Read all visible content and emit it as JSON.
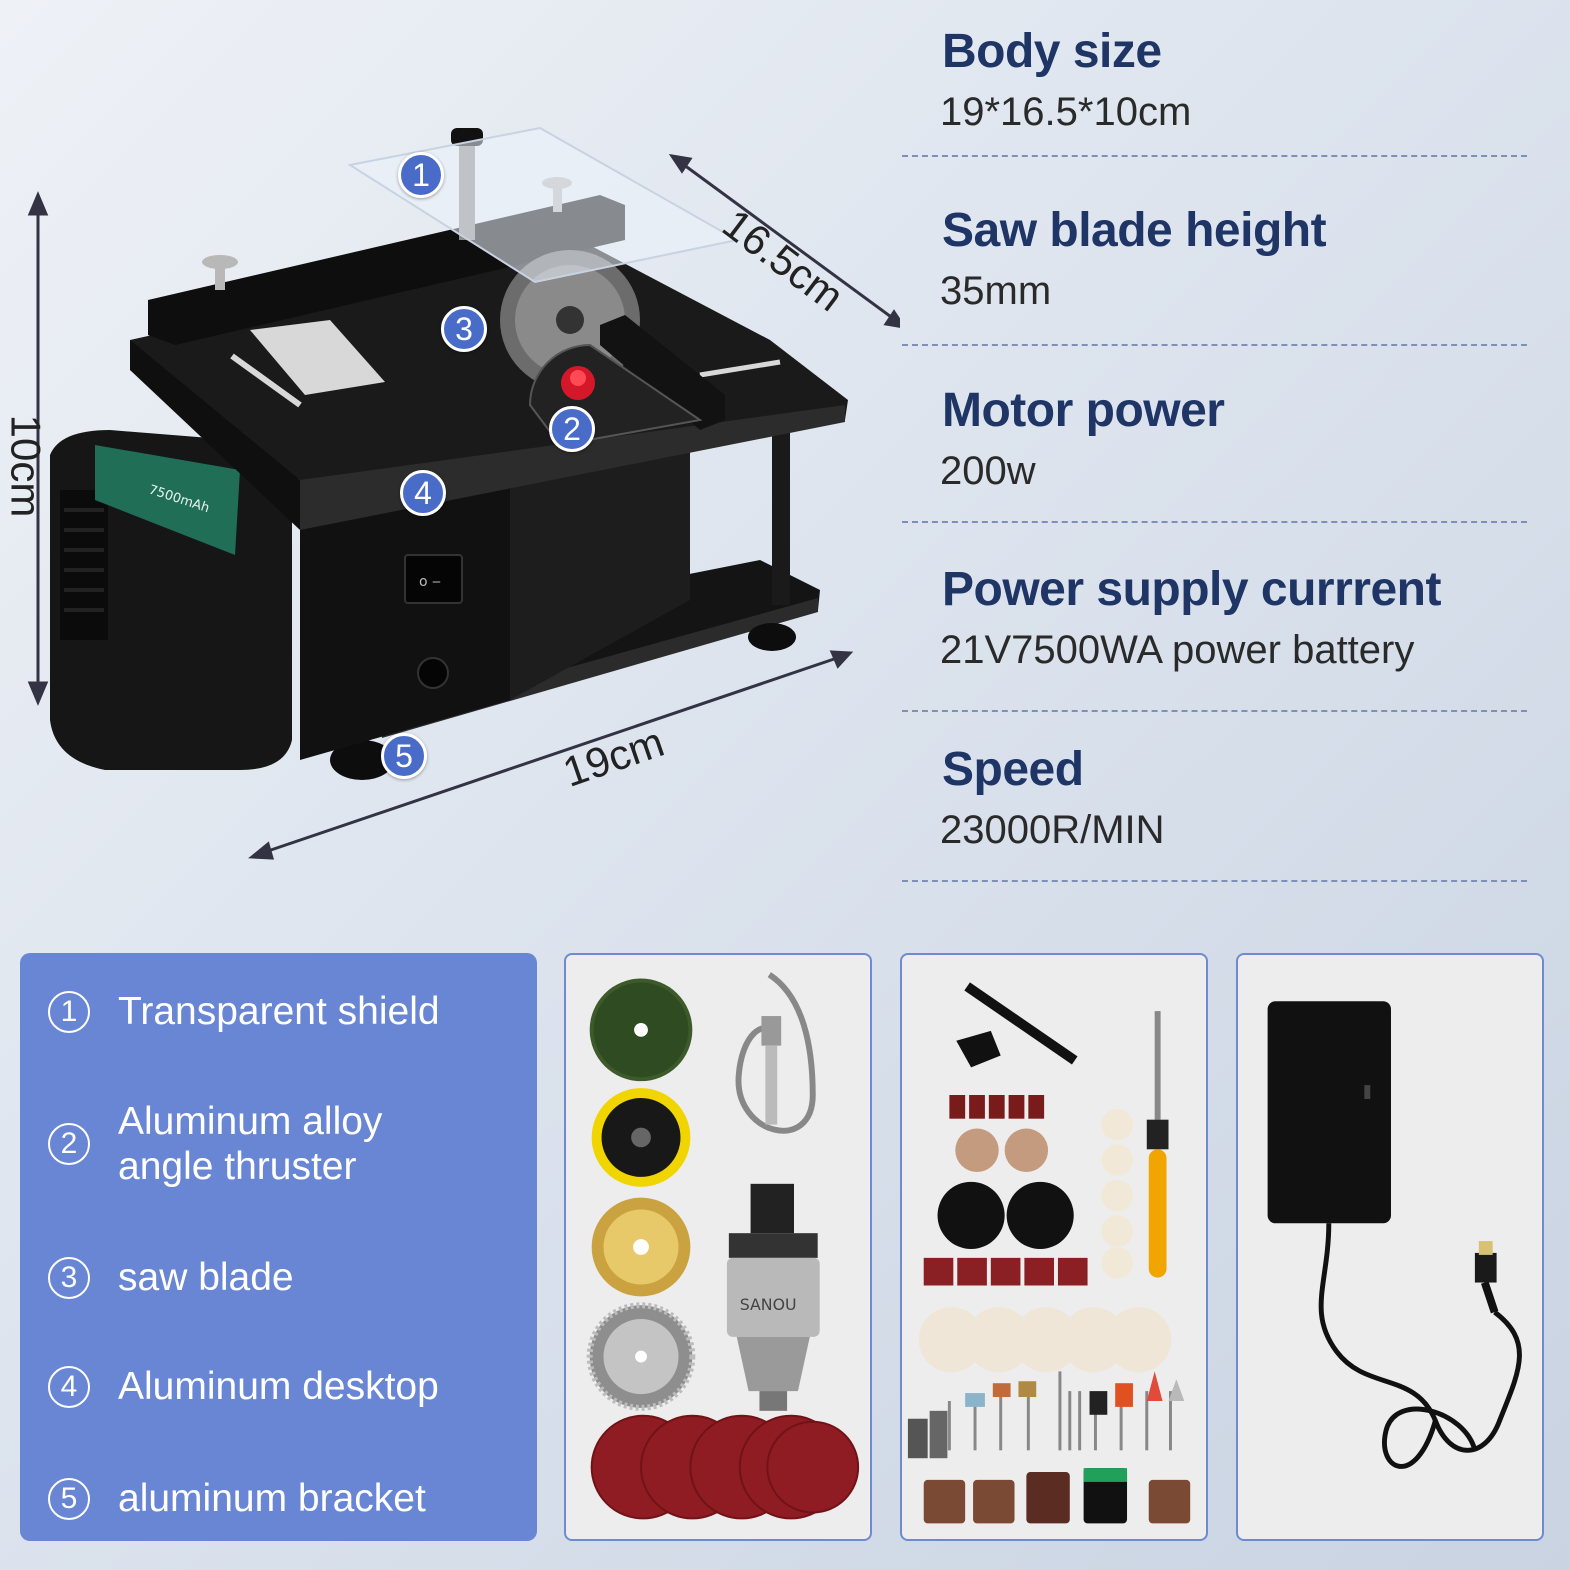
{
  "specs": {
    "body_size": {
      "title": "Body size",
      "value": "19*16.5*10cm"
    },
    "blade_height": {
      "title": "Saw blade height",
      "value": "35mm"
    },
    "motor_power": {
      "title": "Motor power",
      "value": "200w"
    },
    "power_supply": {
      "title": "Power supply currrent",
      "value": "21V7500WA power battery"
    },
    "speed": {
      "title": "Speed",
      "value": "23000R/MIN"
    }
  },
  "dimensions": {
    "height": "10cm",
    "depth": "16.5cm",
    "width": "19cm"
  },
  "callouts": [
    "1",
    "2",
    "3",
    "4",
    "5"
  ],
  "parts": [
    {
      "num": "1",
      "label": "Transparent shield"
    },
    {
      "num": "2",
      "label": "Aluminum alloy angle thruster"
    },
    {
      "num": "3",
      "label": "saw blade"
    },
    {
      "num": "4",
      "label": "Aluminum desktop"
    },
    {
      "num": "5",
      "label": "aluminum bracket"
    }
  ],
  "product_print": {
    "chuck_brand": "SANOU",
    "battery_label": "7500mAh"
  },
  "colors": {
    "title_navy": "#1e3566",
    "callout_blue": "#4a6cc9",
    "legend_bg": "#6986d4",
    "panel_border": "#6f8ad0"
  }
}
